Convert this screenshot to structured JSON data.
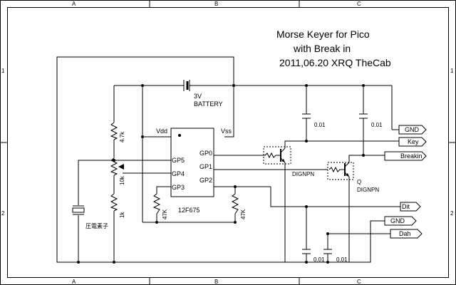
{
  "title": {
    "line1": "Morse Keyer for Pico",
    "line2": "with  Break in",
    "line3": "2011,06.20  XRQ  TheCab"
  },
  "border": {
    "top_cols": [
      "A",
      "B",
      "C"
    ],
    "bottom_cols": [
      "A",
      "B",
      "C"
    ],
    "left_rows": [
      "1",
      "2"
    ],
    "right_rows": [
      "1",
      "2"
    ]
  },
  "battery": {
    "value": "3V",
    "name": "BATTERY"
  },
  "ic": {
    "name": "12F675",
    "vdd": "Vdd",
    "vss": "Vss",
    "pins_left": [
      "GP5",
      "GP4",
      "GP3"
    ],
    "pins_right": [
      "GP0",
      "GP1",
      "GP2"
    ]
  },
  "resistors": {
    "r_top_left": "4.7k",
    "vr": "10k",
    "r_bottom_left": "1k",
    "r_gp3": "47K",
    "r_gp2": "47K"
  },
  "piezo": "圧電素子",
  "capacitors": {
    "c_top1": "0.01",
    "c_top2": "0.01",
    "c_bot1": "0.01",
    "c_bot2": "0.01"
  },
  "transistors": {
    "q1": "DIGNPN",
    "q2_ref": "Q",
    "q2": "DIGNPN"
  },
  "ports": {
    "gnd_top": "GND",
    "key": "Key",
    "breakin": "Breakin",
    "dit": "Dit",
    "gnd_bottom": "GND",
    "dah": "Dah"
  }
}
